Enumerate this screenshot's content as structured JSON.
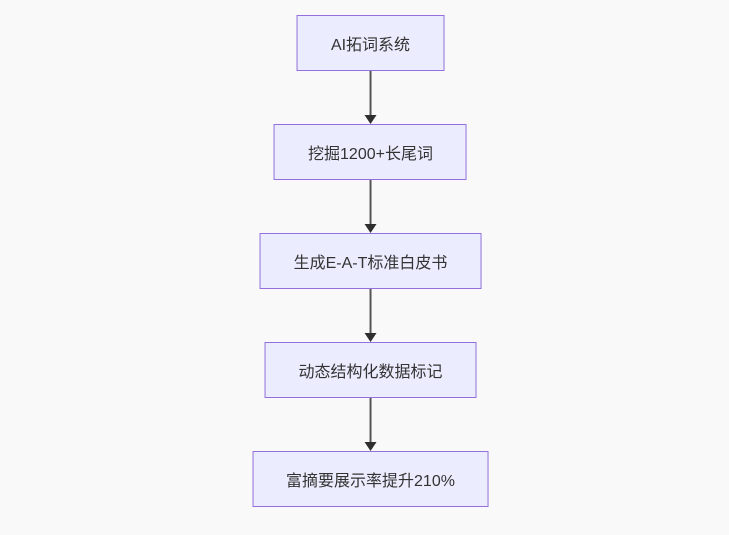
{
  "diagram": {
    "type": "flowchart",
    "direction": "top-down",
    "nodes": [
      {
        "id": "n1",
        "label": "AI拓词系统"
      },
      {
        "id": "n2",
        "label": "挖掘1200+长尾词"
      },
      {
        "id": "n3",
        "label": "生成E-A-T标准白皮书"
      },
      {
        "id": "n4",
        "label": "动态结构化数据标记"
      },
      {
        "id": "n5",
        "label": "富摘要展示率提升210%"
      }
    ],
    "edges": [
      {
        "from": "n1",
        "to": "n2"
      },
      {
        "from": "n2",
        "to": "n3"
      },
      {
        "from": "n3",
        "to": "n4"
      },
      {
        "from": "n4",
        "to": "n5"
      }
    ]
  },
  "colors": {
    "canvas-bg": "#f9f9f9",
    "node-fill": "#ececff",
    "node-border": "#9370db",
    "node-text": "#333333",
    "edge-line": "#555555",
    "edge-arrowhead": "#2f2f2f"
  }
}
